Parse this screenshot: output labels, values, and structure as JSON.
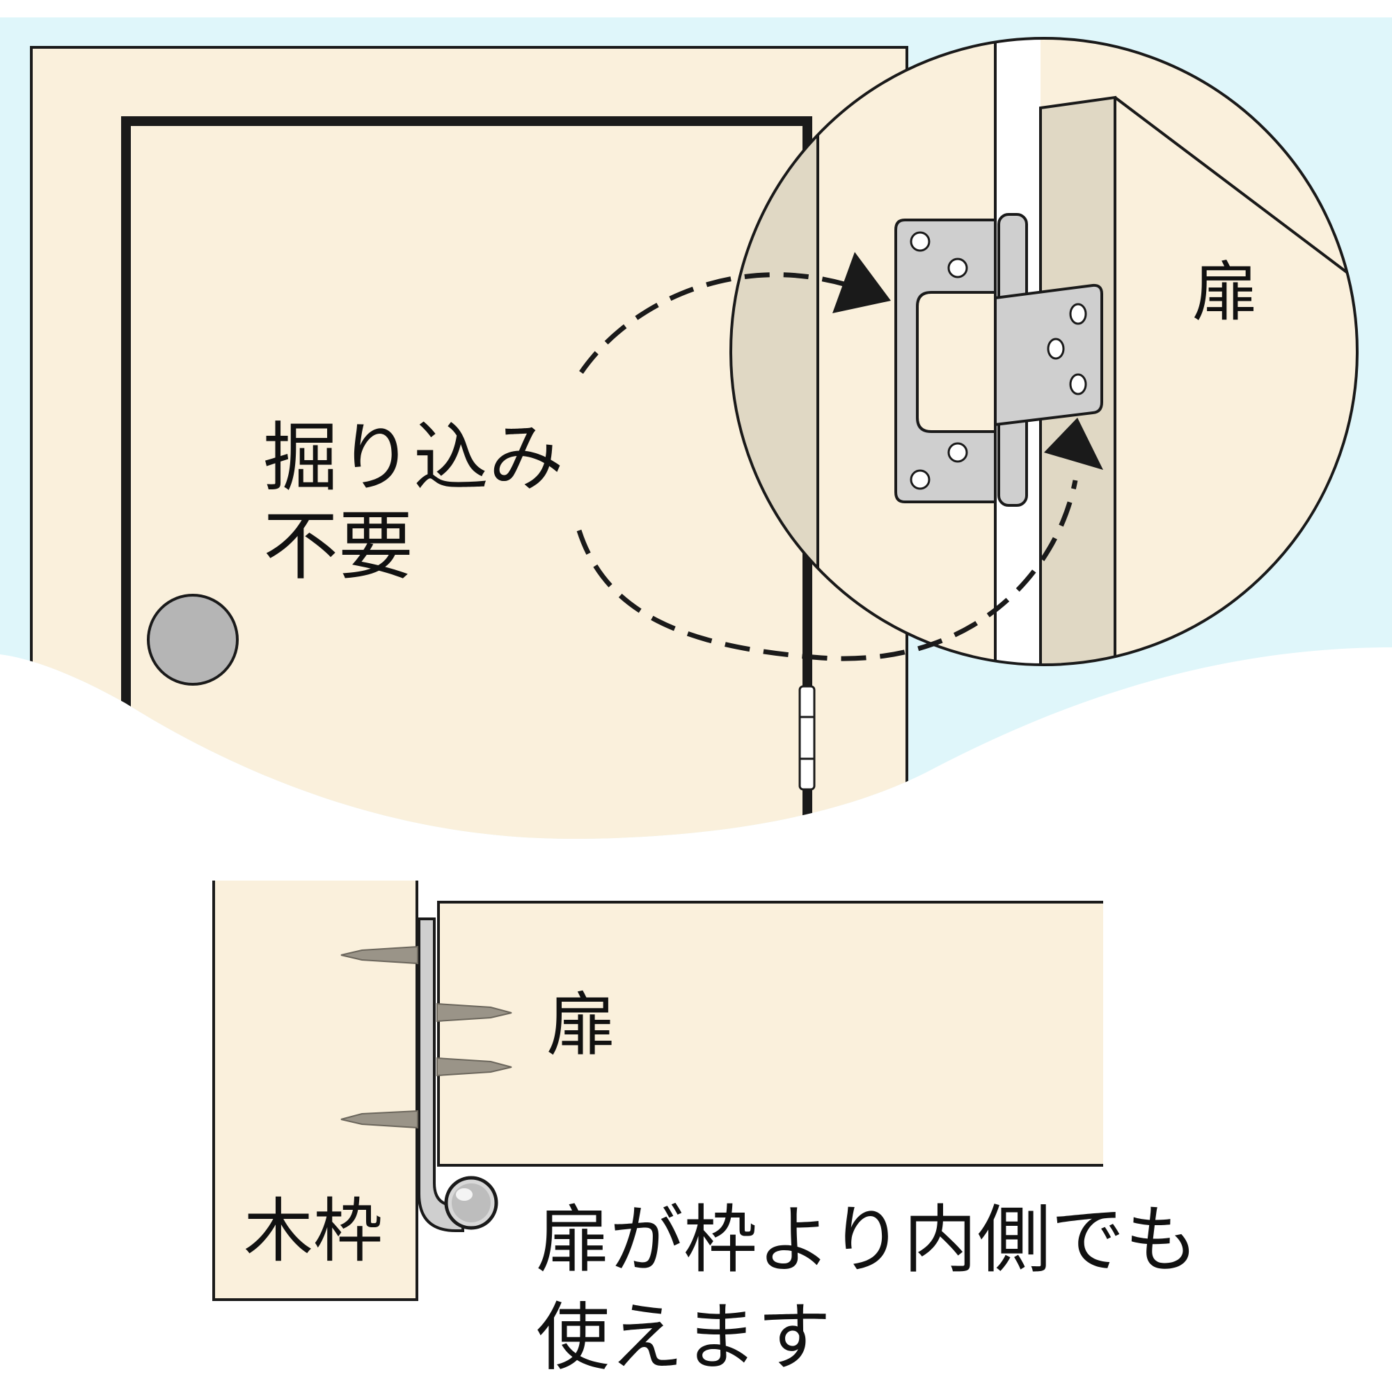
{
  "top_illustration": {
    "callout_text": {
      "line1": "掘り込み",
      "line2": "不要"
    },
    "zoom_label": "扉"
  },
  "bottom_illustration": {
    "door_label": "扉",
    "frame_label": "木枠",
    "caption": {
      "line1": "扉が枠より内側でも",
      "line2": "使えます"
    }
  },
  "colors": {
    "background_sky": "#dff6fa",
    "wood_light": "#faf0dc",
    "wood_shade": "#e0d8c4",
    "metal": "#cfcfcf",
    "knob": "#b5b5b5",
    "outline": "#1a1a1a",
    "screw": "#9a9488"
  },
  "icons": {
    "door_knob": "door-knob-icon",
    "hinge": "hinge-icon",
    "screw": "screw-icon",
    "arrow": "dashed-arrow-icon"
  }
}
